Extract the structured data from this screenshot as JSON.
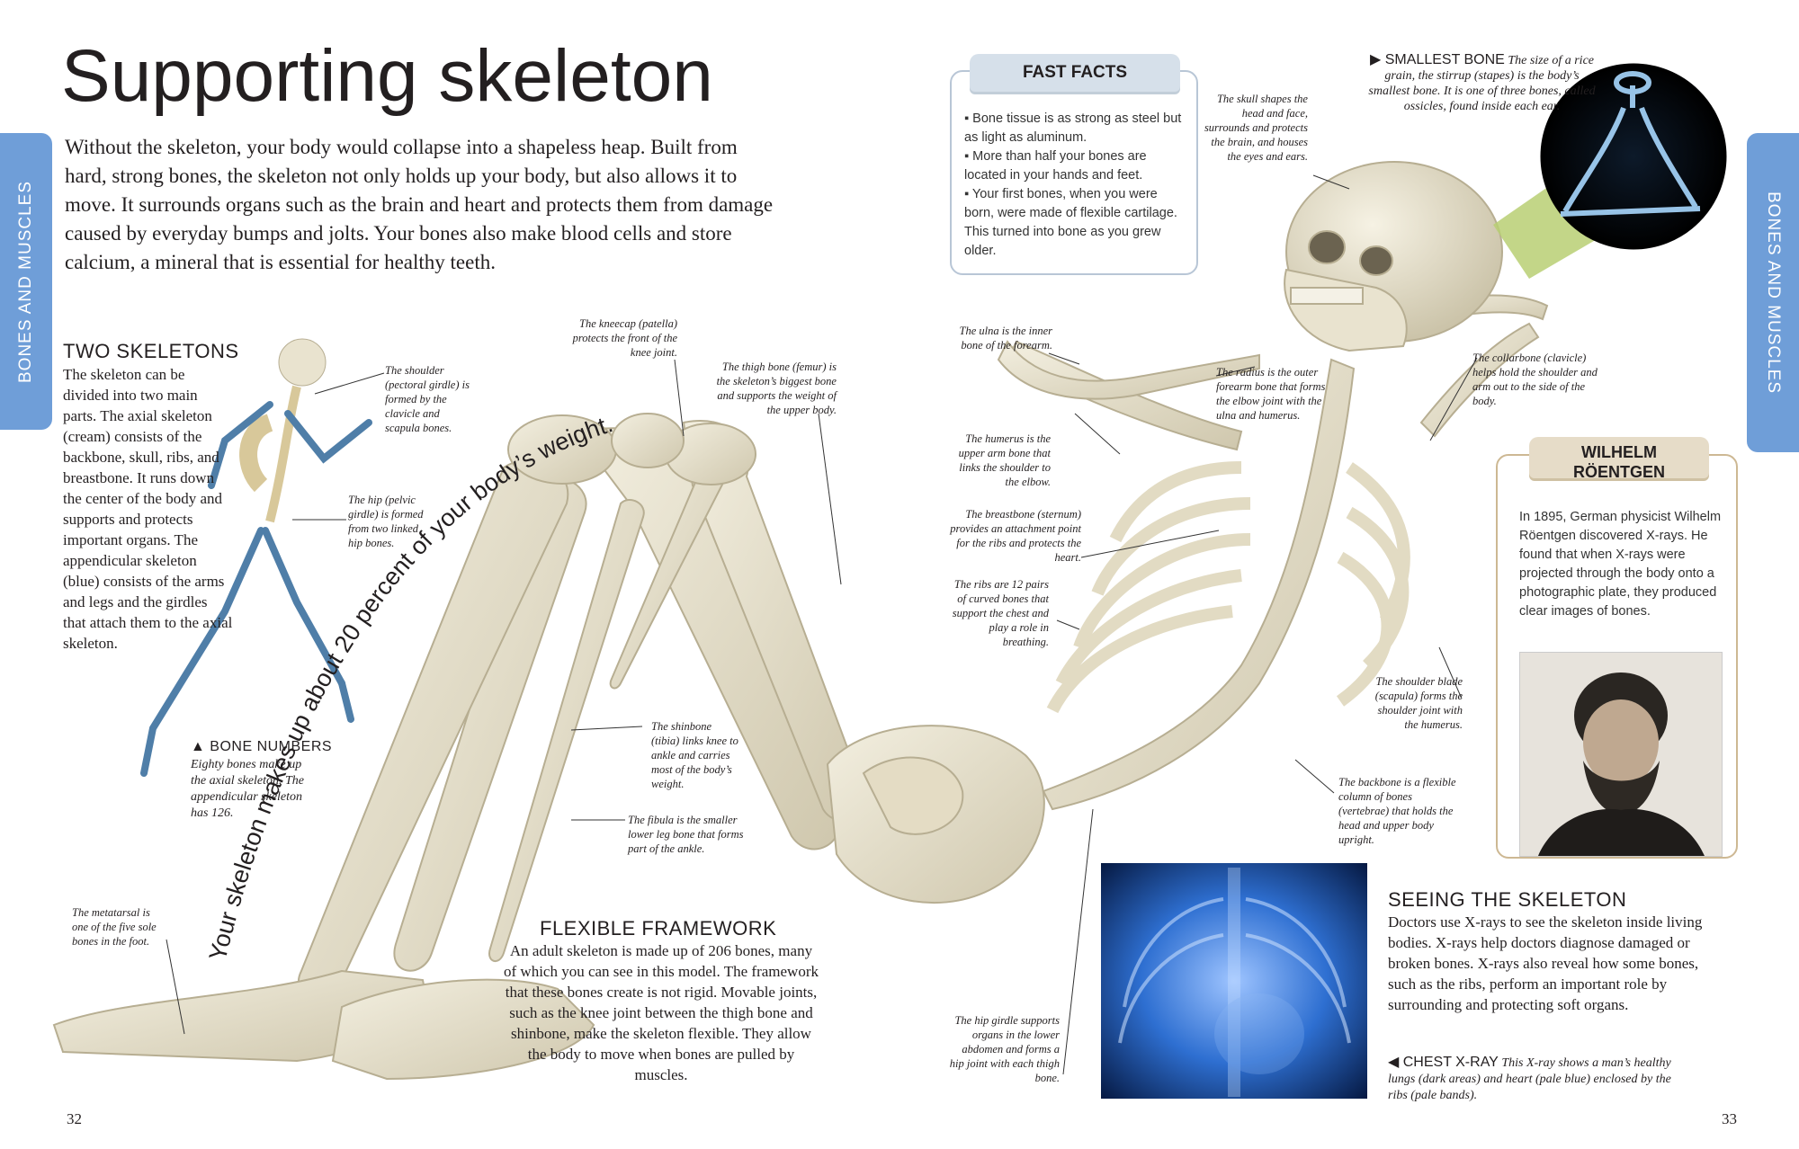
{
  "title": "Supporting skeleton",
  "intro": "Without the skeleton, your body would collapse into a shapeless heap. Built from hard, strong bones, the skeleton not only holds up your body, but also allows it to move. It surrounds organs such as the brain and heart and protects them from damage caused by everyday bumps and jolts. Your bones also make blood cells and store calcium, a mineral that is essential for healthy teeth.",
  "section_tab": "BONES AND MUSCLES",
  "two_skeletons": {
    "heading": "TWO SKELETONS",
    "body": "The skeleton can be divided into two main parts. The axial skeleton (cream) consists of the backbone, skull, ribs, and breastbone. It runs down the center of the body and supports and protects important organs. The appendicular skeleton (blue) consists of the arms and legs and the girdles that attach them to the axial skeleton.",
    "cap_shoulder": "The shoulder (pectoral girdle) is formed by the clavicle and scapula bones.",
    "cap_hip": "The hip (pelvic girdle) is formed from two linked hip bones."
  },
  "bone_numbers": {
    "heading": "▲ BONE NUMBERS",
    "body": "Eighty bones make up the axial skeleton. The appendicular skeleton has 126."
  },
  "arc_text": "Your skeleton makes up about 20 percent of your body’s weight.",
  "captions": {
    "metatarsal": "The metatarsal is one of the five sole bones in the foot.",
    "kneecap": "The kneecap (patella) protects the front of the knee joint.",
    "femur": "The thigh bone (femur) is the skeleton’s biggest bone and supports the weight of the upper body.",
    "shinbone": "The shinbone (tibia) links knee to ankle and carries most of the body’s weight.",
    "fibula": "The fibula is the smaller lower leg bone that forms part of the ankle.",
    "ulna": "The ulna is the inner bone of the forearm.",
    "humerus": "The humerus is the upper arm bone that links the shoulder to the elbow.",
    "sternum": "The breastbone (sternum) provides an attachment point for the ribs and protects the heart.",
    "ribs": "The ribs are 12 pairs of curved bones that support the chest and play a role in breathing.",
    "radius": "The radius is the outer forearm bone that forms the elbow joint with the ulna and humerus.",
    "skull": "The skull shapes the head and face, surrounds and protects the brain, and houses the eyes and ears.",
    "clavicle": "The collarbone (clavicle) helps hold the shoulder and arm out to the side of the body.",
    "scapula": "The shoulder blade (scapula) forms the shoulder joint with the humerus.",
    "backbone": "The backbone is a flexible column of bones (vertebrae) that holds the head and upper body upright.",
    "hip_girdle": "The hip girdle supports organs in the lower abdomen and forms a hip joint with each thigh bone."
  },
  "flexible": {
    "heading": "FLEXIBLE FRAMEWORK",
    "body": "An adult skeleton is made up of 206 bones, many of which you can see in this model. The framework that these bones create is not rigid. Movable joints, such as the knee joint between the thigh bone and shinbone, make the skeleton flexible. They allow the body to move when bones are pulled by muscles."
  },
  "fast_facts": {
    "heading": "FAST FACTS",
    "items": [
      "Bone tissue is as strong as steel but as light as aluminum.",
      "More than half your bones are located in your hands and feet.",
      "Your first bones, when you were born, were made of flexible cartilage. This turned into bone as you grew older."
    ]
  },
  "smallest_bone": {
    "heading": "▶ SMALLEST BONE",
    "body": "The size of a rice grain, the stirrup (stapes) is the body’s smallest bone. It is one of three bones, called ossicles, found inside each ear."
  },
  "wilhelm": {
    "heading_line1": "WILHELM",
    "heading_line2": "RÖENTGEN",
    "body": "In 1895, German physicist Wilhelm Röentgen discovered X-rays. He found that when X-rays were projected through the body onto a photographic plate, they produced clear images of bones."
  },
  "seeing": {
    "heading": "SEEING THE SKELETON",
    "body": "Doctors use X-rays to see the skeleton inside living bodies. X-rays help doctors diagnose damaged or broken bones. X-rays also reveal how some bones, such as the ribs, perform an important role by surrounding and protecting soft organs."
  },
  "chest_xray": {
    "heading": "◀ CHEST X-RAY",
    "body": "This X-ray shows a man’s healthy lungs (dark areas) and heart (pale blue) enclosed by the ribs (pale bands)."
  },
  "page_left": "32",
  "page_right": "33",
  "colors": {
    "tab_blue": "#6f9ed8",
    "bone_cream": "#e9e3cf",
    "appendicular_blue": "#4f7ea8",
    "fast_facts_border": "#b8c6d6",
    "wilhelm_border": "#cdb893"
  }
}
